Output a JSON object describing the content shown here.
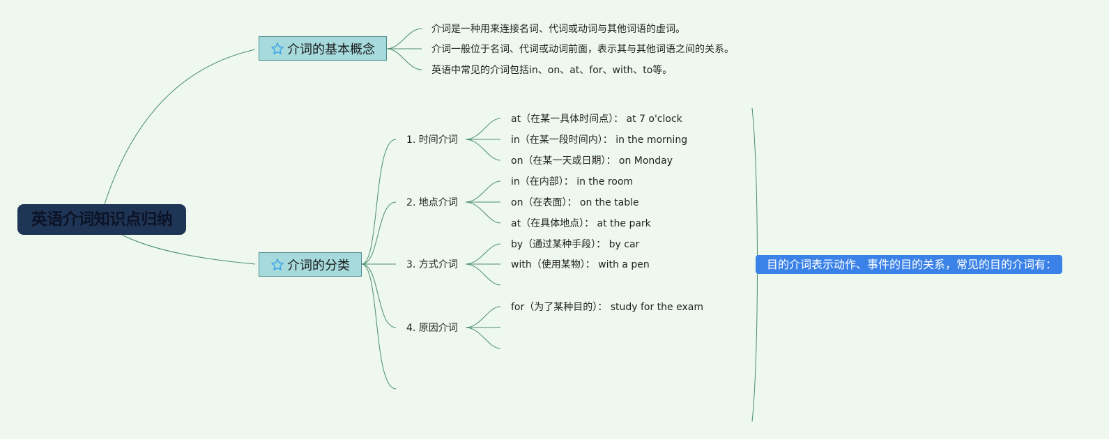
{
  "title": "英语介词知识点归纳",
  "colors": {
    "link": "#4a8d6a",
    "root_bg": "#1f3556",
    "branch_bg": "#a6dadc",
    "summary_bg": "#3b82e8",
    "star": "#39a3e8"
  },
  "branches": [
    {
      "label": "介词的基本概念",
      "icon": "star-icon",
      "points": [
        "介词是一种用来连接名词、代词或动词与其他词语的虚词。",
        "介词一般位于名词、代词或动词前面，表示其与其他词语之间的关系。",
        "英语中常见的介词包括in、on、at、for、with、to等。"
      ]
    },
    {
      "label": "介词的分类",
      "icon": "star-icon",
      "categories": [
        {
          "label": "1. 时间介词",
          "items": [
            "at（在某一具体时间点）： at 7 o'clock",
            "in（在某一段时间内）： in the morning",
            "on（在某一天或日期）： on Monday"
          ]
        },
        {
          "label": "2. 地点介词",
          "items": [
            "in（在内部）： in the room",
            "on（在表面）： on the table",
            "at（在具体地点）： at the park"
          ]
        },
        {
          "label": "3. 方式介词",
          "items": [
            "by（通过某种手段）： by car",
            "with（使用某物）： with a pen",
            ""
          ]
        },
        {
          "label": "4. 原因介词",
          "items": [
            "for（为了某种目的）： study for the exam",
            "",
            ""
          ]
        }
      ]
    }
  ],
  "summary": "目的介词表示动作、事件的目的关系，常见的目的介词有："
}
